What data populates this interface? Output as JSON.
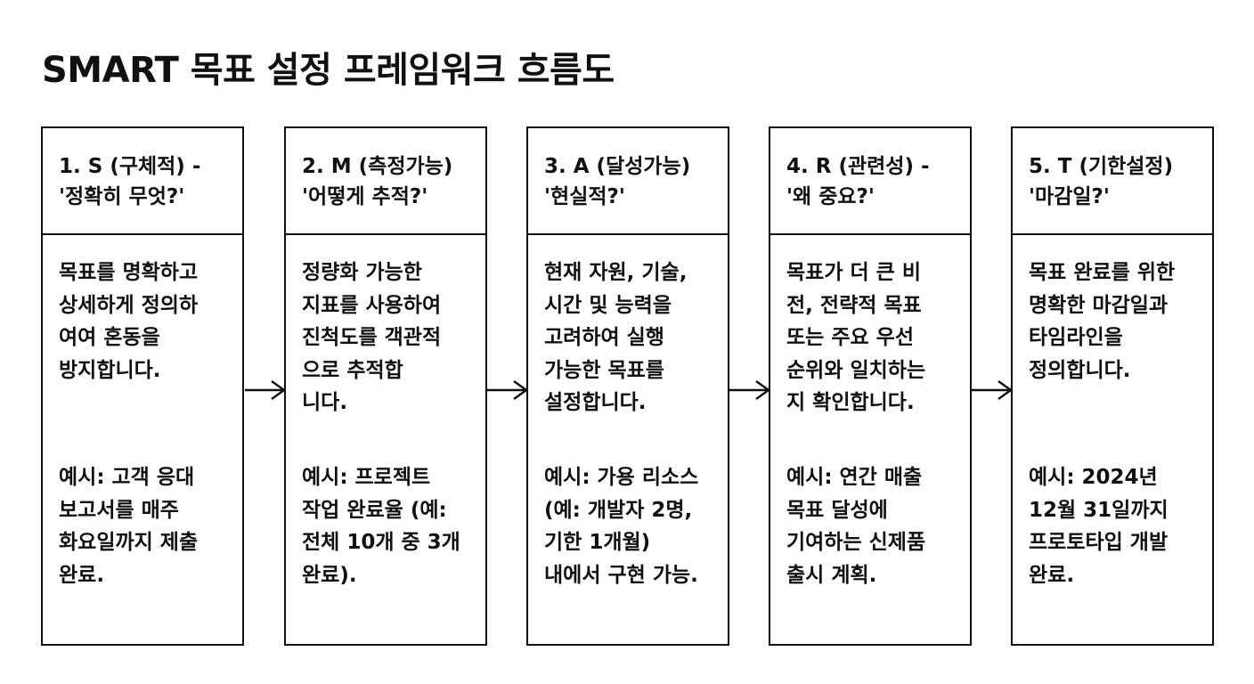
{
  "title": "SMART 목표 설정 프레임워크 흐름도",
  "steps": [
    {
      "header": "1. S (구체적) -\n'정확히 무엇?'",
      "description": "목표를 명확하고\n상세하게 정의하\n여여 혼동을\n방지합니다.",
      "example": "예시: 고객 응대\n보고서를 매주\n화요일까지 제출\n완료."
    },
    {
      "header": "2. M (측정가능)\n '어떻게 추적?'",
      "description": "정량화 가능한\n지표를 사용하여\n진척도를 객관적\n으로 추적합\n니다.",
      "example": "예시: 프로젝트\n작업 완료율 (예:\n전체 10개 중 3개\n완료)."
    },
    {
      "header": "3. A (달성가능)\n'현실적?'",
      "description": "현재 자원, 기술,\n시간 및 능력을\n고려하여 실행\n가능한 목표를\n설정합니다.",
      "example": "예시: 가용 리소스\n(예: 개발자 2명,\n기한 1개월)\n내에서 구현 가능."
    },
    {
      "header": "4. R (관련성) -\n'왜 중요?'",
      "description": "목표가 더 큰 비\n전, 전략적 목표\n또는 주요 우선\n순위와 일치하는\n지 확인합니다.",
      "example": "예시: 연간 매출\n목표 달성에\n기여하는 신제품\n출시 계획."
    },
    {
      "header": "5. T (기한설정)\n'마감일?'",
      "description": "목표 완료를 위한\n명확한 마감일과\n타임라인을\n정의합니다.",
      "example": "예시: 2024년\n12월 31일까지\n프로토타입 개발\n완료."
    }
  ],
  "arrows": [
    "right-arrow",
    "right-arrow",
    "right-arrow",
    "right-arrow"
  ],
  "colors": {
    "stroke": "#111111",
    "background": "#ffffff",
    "text": "#111111"
  }
}
